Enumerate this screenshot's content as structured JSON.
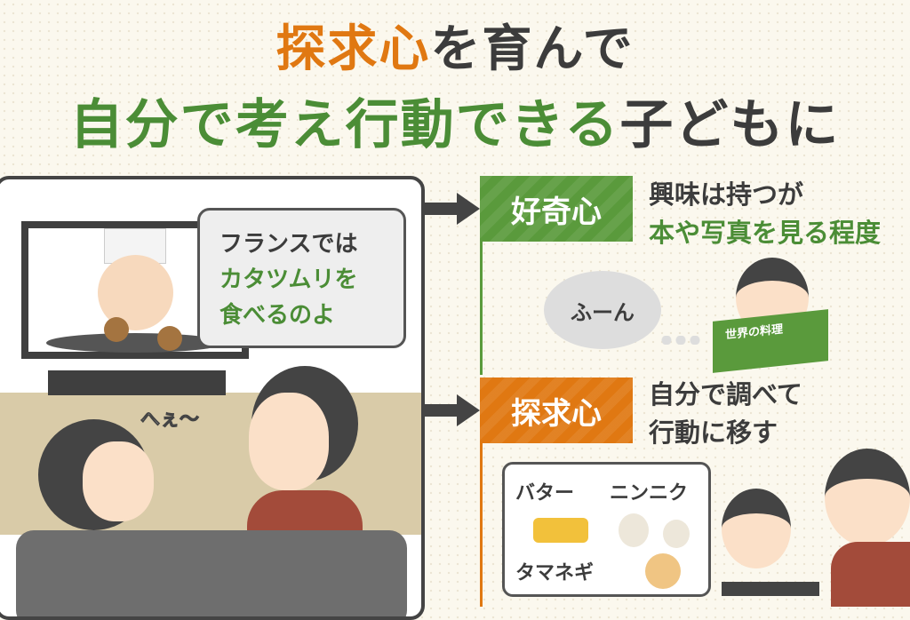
{
  "title": {
    "line1_highlight": "探求心",
    "line1_rest": "を育んで",
    "line2_highlight": "自分で考え行動できる",
    "line2_rest": "子どもに"
  },
  "scene": {
    "speech_line1": "フランスでは",
    "speech_line2": "カタツムリを",
    "speech_line3": "食べるのよ",
    "child_reaction": "へぇ～"
  },
  "curiosity": {
    "label": "好奇心",
    "desc_line1": "興味は持つが",
    "desc_line2": "本や写真を見る程度",
    "thought": "ふーん",
    "book_title": "世界の料理"
  },
  "inquiry": {
    "label": "探求心",
    "desc_line1": "自分で調べて",
    "desc_line2": "行動に移す",
    "ingredients": [
      "バター",
      "ニンニク",
      "タマネギ"
    ]
  },
  "colors": {
    "green": "#5a9a3c",
    "orange": "#e07812",
    "dark": "#444444"
  }
}
